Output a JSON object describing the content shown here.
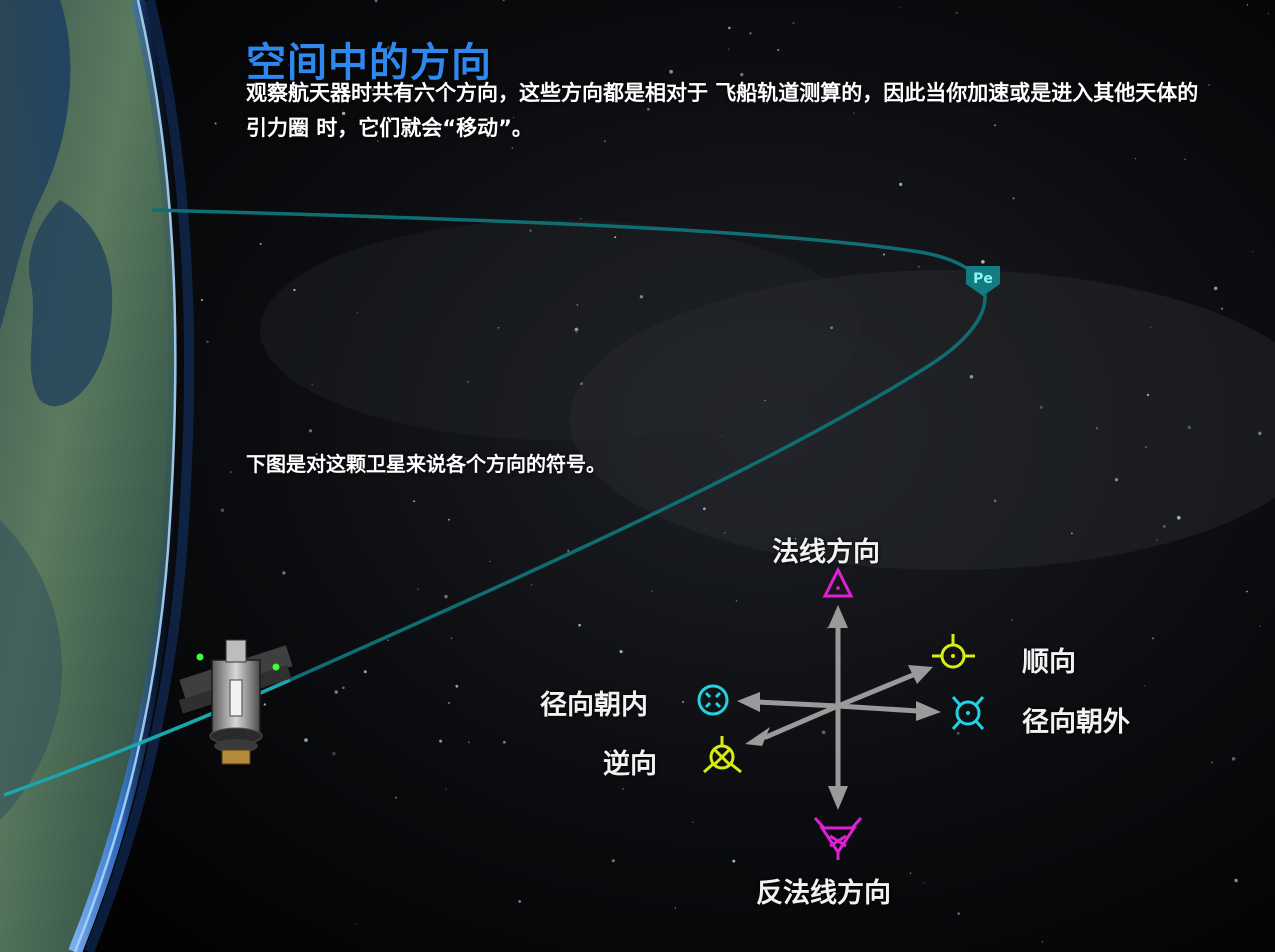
{
  "header": {
    "title": "空间中的方向",
    "intro": "观察航天器时共有六个方向，这些方向都是相对于 飞船轨道测算的，因此当你加速或是进入其他天体的引力圈 时，它们就会“移动”。"
  },
  "caption": "下图是对这颗卫星来说各个方向的符号。",
  "orbit": {
    "periapsis_marker": "Pe",
    "line_color": "#0f6e72"
  },
  "directions": {
    "normal": {
      "label": "法线方向",
      "icon": "normal-triangle-icon",
      "color": "#e020d8"
    },
    "antinormal": {
      "label": "反法线方向",
      "icon": "antinormal-triangle-icon",
      "color": "#e020d8"
    },
    "prograde": {
      "label": "顺向",
      "icon": "prograde-icon",
      "color": "#d9ec10"
    },
    "retrograde": {
      "label": "逆向",
      "icon": "retrograde-icon",
      "color": "#d9ec10"
    },
    "radial_in": {
      "label": "径向朝内",
      "icon": "radial-in-icon",
      "color": "#22d2e2"
    },
    "radial_out": {
      "label": "径向朝外",
      "icon": "radial-out-icon",
      "color": "#22d2e2"
    }
  },
  "colors": {
    "title": "#2f88ee",
    "text": "#ffffff",
    "arrows": "#9a9a9a"
  }
}
